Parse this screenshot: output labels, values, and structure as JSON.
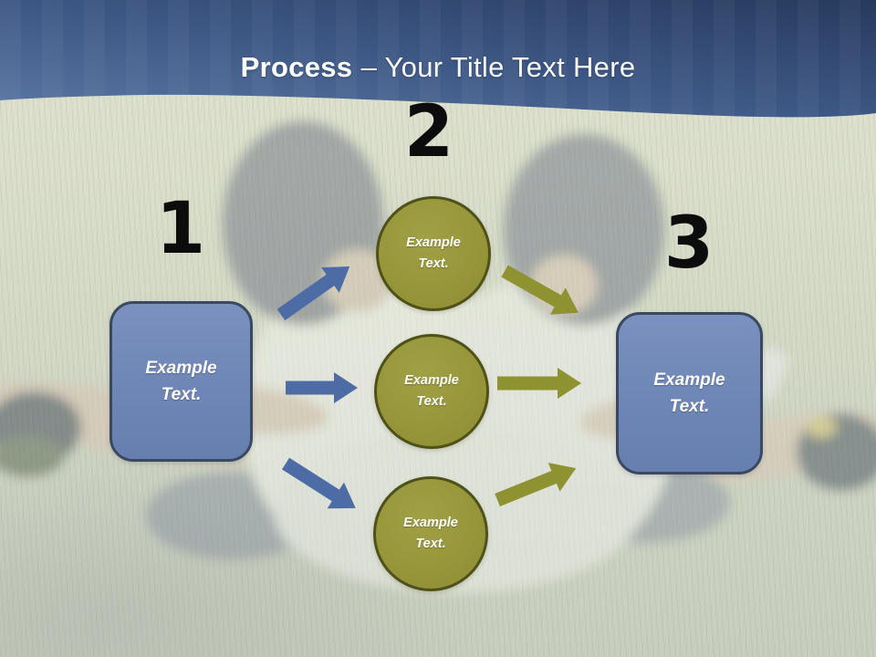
{
  "header": {
    "title_bold": "Process",
    "title_rest": "– Your Title Text Here"
  },
  "steps": {
    "numbers": [
      "1",
      "2",
      "3"
    ]
  },
  "shapes": {
    "left_box": {
      "label": "Example Text."
    },
    "right_box": {
      "label": "Example Text."
    },
    "circles": [
      {
        "label": "Example Text."
      },
      {
        "label": "Example Text."
      },
      {
        "label": "Example Text."
      }
    ]
  },
  "colors": {
    "header_gradient_dark": "#273a5e",
    "header_gradient_light": "#5b77a4",
    "title_text": "#ffffff",
    "number_text": "#0c0c0c",
    "box_fill": "#7088b7",
    "box_border": "#3a4960",
    "circle_fill": "#97963b",
    "circle_border": "#4e5118",
    "arrow_blue": "#4d6ca6",
    "arrow_olive": "#8e9230",
    "background_grass": "#d5dac8"
  }
}
